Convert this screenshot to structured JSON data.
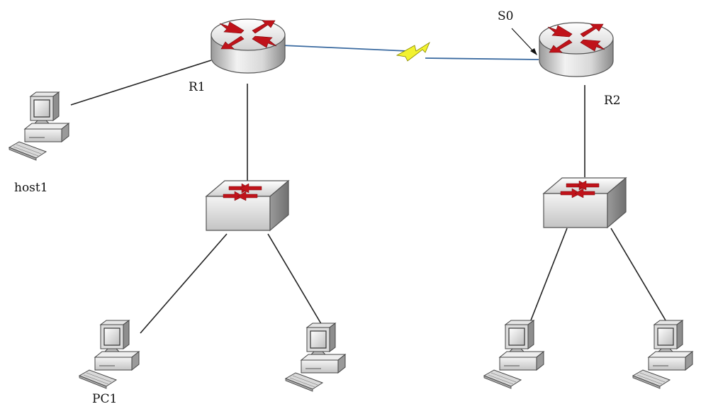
{
  "diagram": {
    "labels": {
      "r1": "R1",
      "r2": "R2",
      "s0": "S0",
      "host1": "host1",
      "pc1": "PC1"
    },
    "link_types": {
      "serial": "serial-link",
      "ethernet": "ethernet-link"
    },
    "icons": {
      "router": "router-icon",
      "switch": "switch-icon",
      "computer": "computer-icon"
    },
    "colors": {
      "serial_link": "#f2f230",
      "device_arrow": "#c0131a",
      "cable": "#222222",
      "serial_cable": "#3a6aa0"
    }
  }
}
